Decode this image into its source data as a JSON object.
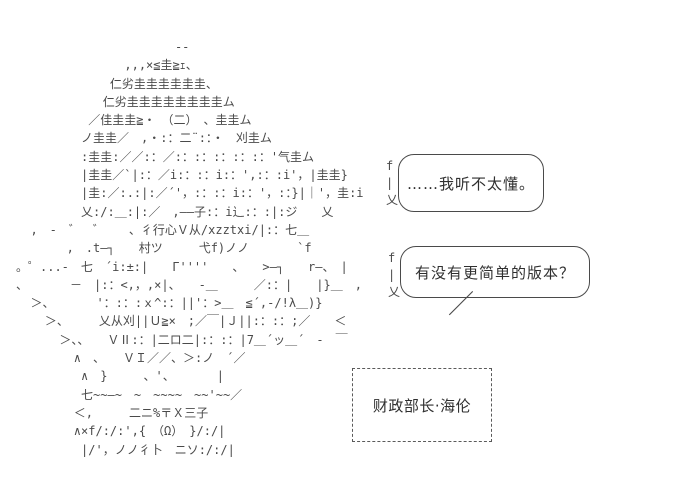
{
  "scene": {
    "background": "#ffffff",
    "ink_color": "#4a4a4a",
    "text_color": "#2f2f2f"
  },
  "ascii_art": {
    "description": "ascii-art-character-helen",
    "lines": [
      "                      ‐-",
      "               ,,,×≦圭≧ｪ、",
      "             仁劣圭圭圭圭圭圭、",
      "            仁劣圭圭圭圭圭圭圭圭ム",
      "          ／佳圭圭≧・　（二）　、圭圭ム",
      "         ノ圭圭／　,・:：二¨:：・　刈圭ム",
      "         :圭圭:／／:：／:：:：:：:：:：'气圭ム",
      "         |圭圭／`|:：／i:：:：i:：',:：:i'，|圭圭}",
      "         |圭:／:.:|:／´'，:：:：i:：'，:：}|｜'，圭:i",
      "         乂:/:＿:|:／　,——子:：i辶:：:|:ジ　　乂",
      "  ,　‐　゛　゛　　、彳行心Ｖ从/xzztxi/|:：七＿",
      "       ,　.t—┐　　村ツ　　　弋f)ノノ　　　　`f",
      "。゜...‐　七　´i:±:|　　Γ''''　　、　　>—┐　　r—、　|",
      "、　　　　－　|:：<,，,×|、　　-＿　　　／:：|　　|}＿　,",
      "  ＞、　　　　'：:：:ｘ^:：||'：>＿　≦´,-/!λ＿)}",
      "    ＞、　　　乂从刈||Ｕ≧×　;／￣|Ｊ||:：:：;／　　＜",
      "      ＞、、　　ＶⅡ:：|二ロ二|:：:：|7＿´ッ＿´　‐　￣",
      "        ∧　、　　ＶＩ／／、＞:ノ　´／",
      "         ∧　}　　　、'、　　　　|",
      "         七~~—~　~　~~~~　~~'~~／",
      "        ＜,　　　二ニ%〒Ｘ三子",
      "        ∧×f/:/:',{　（Ω）　}/:/|",
      "         |/'，ノノ彳卜　ニソ:/:/|"
    ]
  },
  "dialogue": {
    "bubbles": [
      {
        "text": "……我听不太懂。",
        "tail_glyphs": "f\n|\n乂"
      },
      {
        "text": "有没有更简单的版本？",
        "tail_glyphs": "f\n|\n乂",
        "tail_stroke": "／"
      }
    ]
  },
  "name_plate": {
    "text": "财政部长·海伦"
  }
}
